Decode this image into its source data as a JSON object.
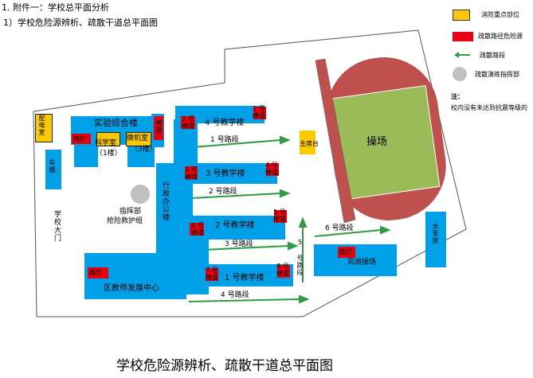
{
  "header": {
    "line1": "1.  附件一：学校总平面分析",
    "line2": "1）学校危险源辨析、疏散干道总平面图"
  },
  "legend": {
    "fire_key": "消防重点部位",
    "evac_danger": "疏散路径危险源",
    "evac_route": "疏散路段",
    "command": "疏散演练指挥部"
  },
  "note": {
    "title": "注：",
    "text": "校内没有未达到抗震等级的"
  },
  "buildings": {
    "lab": "实验综合楼",
    "science": "科学室",
    "science_floor": "（1楼）",
    "computer": "微机室",
    "computer_floor": "（3楼）",
    "power": "配电室",
    "shed": "车棚",
    "gate": "学校大门",
    "admin": "行政办公楼",
    "command": "指挥部",
    "rescue": "抢险救护组",
    "b4": "4 号教学楼",
    "b3": "3 号教学楼",
    "b2": "2 号教学楼",
    "b1": "1 号教学楼",
    "teacher": "区教师发展中心",
    "stage": "主席台",
    "field": "操场",
    "rain": "风雨操场",
    "water": "水泵房",
    "lamp": "路灯",
    "shelter": "楼道"
  },
  "routes": {
    "r1": "1 号路段",
    "r2": "2 号路段",
    "r3": "3 号路段",
    "r4": "4 号路段",
    "r5": "5 号路段",
    "r6": "6 号路段"
  },
  "stairs": {
    "s1": "1 号楼道",
    "s2": "2 号楼道",
    "s3": "3 号楼道",
    "s4": "4 号楼道",
    "s5": "5 号楼道",
    "s6": "6 号楼道",
    "s7": "7 号楼道",
    "s8": "8 号楼道"
  },
  "caption": "学校危险源辨析、疏散干道总平面图",
  "colors": {
    "building": "#00a0e9",
    "danger": "#e60012",
    "fire": "#fcc800",
    "route": "#2e9a44",
    "track": "#c0504d",
    "field": "#9bbb59",
    "command": "#c0c0c0"
  }
}
